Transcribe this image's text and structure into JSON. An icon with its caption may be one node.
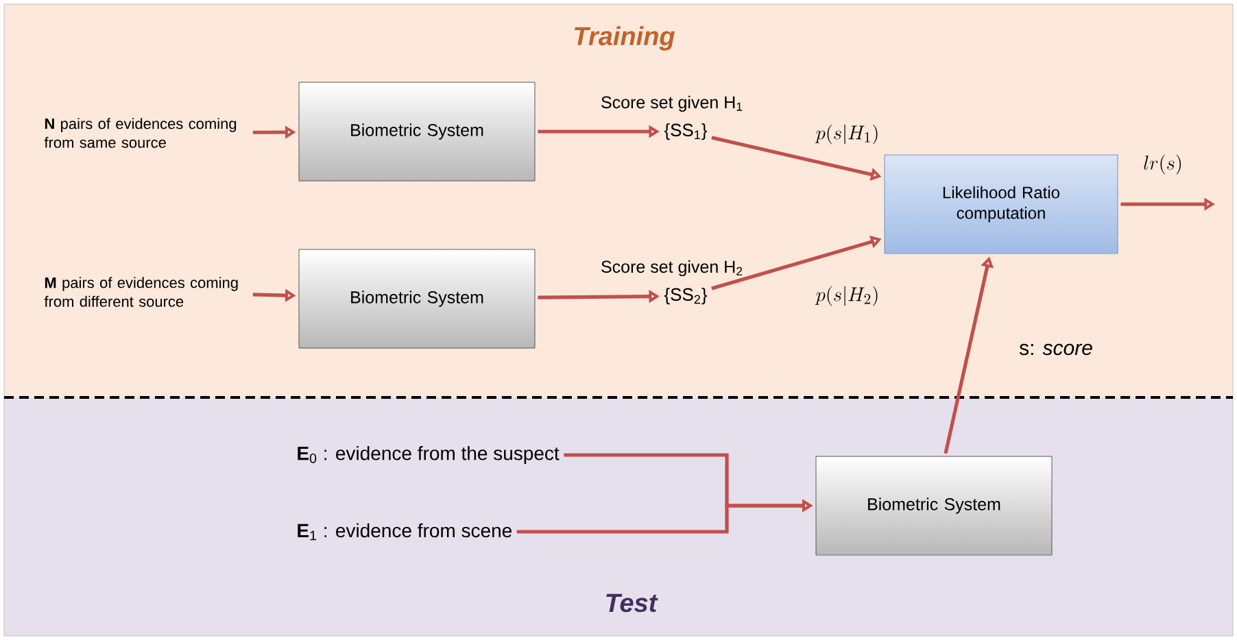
{
  "diagram": {
    "nodes": [
      {
        "text": [
          "**N** pairs of evidences coming from same source"
        ]
      },
      {
        "text": [
          "Biometric System"
        ]
      },
      {
        "text": [
          "{SS$_{1}$}"
        ],
        "beside": [
          "Score set given H$_{1}$"
        ]
      },
      {
        "text": [
          "**M** pairs of evidences coming from different source"
        ]
      },
      {
        "text": [
          "Biometric System"
        ]
      },
      {
        "text": [
          "{SS$_{2}$}"
        ],
        "beside": [
          "Score set given H$_{2}$"
        ]
      },
      {
        "text": [
          "Likelihood Ratio computation"
        ]
      },
      {
        "text": [
          "**E**$_{0}$ : evidence from the suspect"
        ]
      },
      {
        "text": [
          "**E**$_{1}$ : evidence from scene"
        ]
      },
      {
        "text": [
          "Biometric System"
        ]
      }
    ],
    "edges": [
      {
        "from": 0,
        "to": 1,
        "arrow": "to"
      },
      {
        "from": 1,
        "to": 2,
        "arrow": "to"
      },
      {
        "from": 3,
        "to": 4,
        "arrow": "to"
      },
      {
        "from": 4,
        "to": 5,
        "arrow": "to"
      },
      {
        "from": 2,
        "to": 6,
        "arrow": "to",
        "label": "p(s|H_1)"
      },
      {
        "from": 5,
        "to": 6,
        "arrow": "to",
        "label": "p(s|H_2)"
      },
      {
        "from": 6,
        "to": null,
        "arrow": "to",
        "label": "lr(s)"
      },
      {
        "from": 7,
        "to": 9,
        "arrow": "to"
      },
      {
        "from": 8,
        "to": 9,
        "arrow": "to"
      },
      {
        "from": 9,
        "to": 6,
        "arrow": "to",
        "label": "s: *score*"
      }
    ],
    "labels": [
      "Training",
      "Test"
    ]
  }
}
